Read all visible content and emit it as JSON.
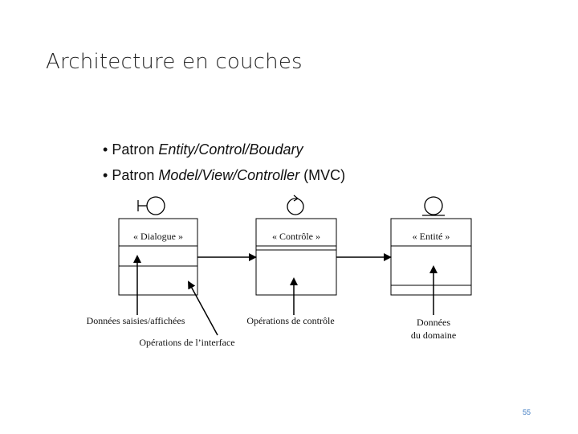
{
  "title": "Architecture en couches",
  "bullets": [
    {
      "bullet": "•",
      "prefix": "Patron ",
      "italic": "Entity/Control/Boudary",
      "suffix": ""
    },
    {
      "bullet": "•",
      "prefix": "Patron ",
      "italic": "Model/View/Controller",
      "suffix": " (MVC)"
    }
  ],
  "diagram": {
    "classes": {
      "dialogue": "« Dialogue »",
      "controle": "« Contrôle »",
      "entite": "« Entité »"
    },
    "labels": {
      "donnees_saisies": "Données saisies/affichées",
      "operations_interface": "Opérations de l’interface",
      "operations_controle": "Opérations de contrôle",
      "donnees_domaine_line1": "Données",
      "donnees_domaine_line2": "du domaine"
    }
  },
  "page_number": "55"
}
